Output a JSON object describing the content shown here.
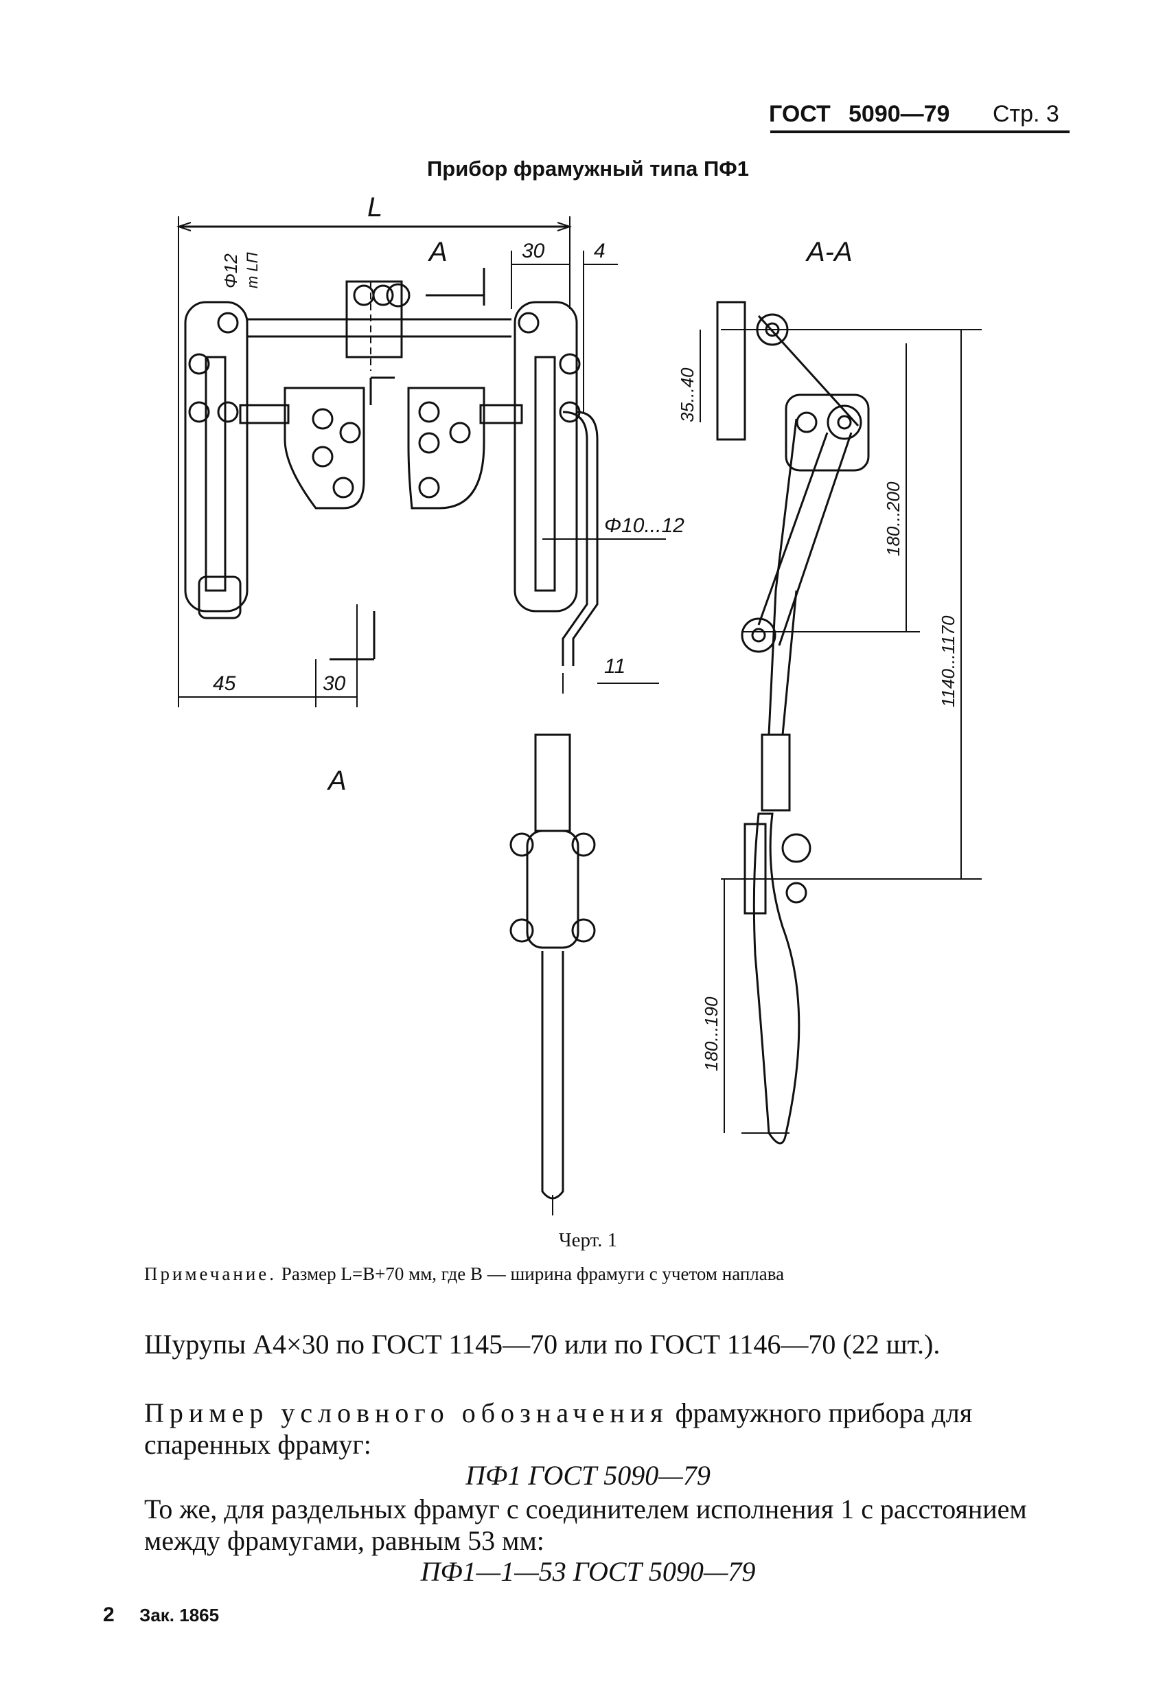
{
  "header": {
    "standard": "ГОСТ",
    "number": "5090—79",
    "page": "Стр. 3"
  },
  "title": "Прибор фрамужный типа ПФ1",
  "drawing": {
    "dim_L": "L",
    "section_mark": "A",
    "section_title": "A-A",
    "dim_30_top": "30",
    "dim_4": "4",
    "dim_phi12": "Φ12",
    "dim_mlp": "m LП",
    "dim_phi10_12": "Φ10...12",
    "dim_11": "11",
    "dim_45": "45",
    "dim_30_bottom": "30",
    "dim_35_40": "35...40",
    "dim_180_200": "180...200",
    "dim_1140_1170": "1140...1170",
    "dim_180_190": "180...190"
  },
  "caption": "Черт. 1",
  "note": {
    "label": "Примечание.",
    "text": " Размер L=B+70 мм, где B — ширина фрамуги с учетом наплава"
  },
  "screws": "Шурупы А4×30 по ГОСТ    1145—70 или по ГОСТ    1146—70 (22 шт.).",
  "example_label": "Пример условного обозначения",
  "example_rest": " фрамужного прибора для спаренных фрамуг:",
  "designation1": "ПФ1 ГОСТ 5090—79",
  "same_text": "То же, для раздельных фрамуг с соединителем исполнения 1 с расстоянием между фрамугами, равным 53 мм:",
  "designation2": "ПФ1—1—53 ГОСТ 5090—79",
  "footer": {
    "page_no": "2",
    "order": "Зак. 1865"
  }
}
